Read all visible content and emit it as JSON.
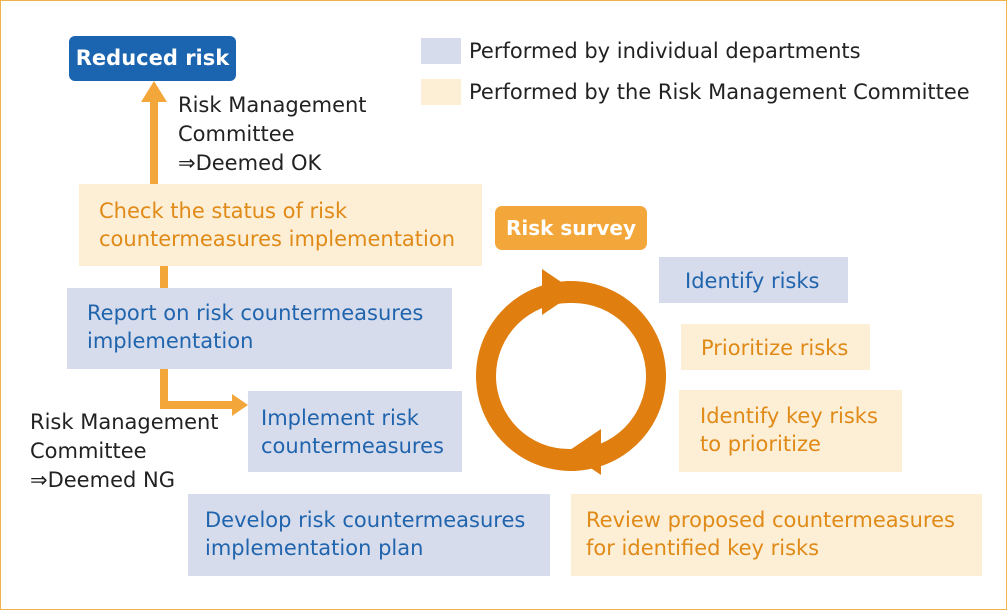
{
  "legend": {
    "items": [
      {
        "label": "Performed by individual departments",
        "color": "#d6dcec"
      },
      {
        "label": "Performed by the Risk Management Committee",
        "color": "#fdeed6"
      }
    ]
  },
  "goal": {
    "label": "Reduced risk"
  },
  "notes": {
    "ok": {
      "line1": "Risk Management",
      "line2": "Committee",
      "line3": "⇒Deemed OK"
    },
    "ng": {
      "line1": "Risk Management",
      "line2": "Committee",
      "line3": "⇒Deemed NG"
    }
  },
  "steps": {
    "check_status": {
      "line1": "Check the status of risk",
      "line2": "countermeasures implementation"
    },
    "report": {
      "line1": "Report on risk countermeasures",
      "line2": "implementation"
    },
    "implement": {
      "line1": "Implement risk",
      "line2": "countermeasures"
    },
    "develop_plan": {
      "line1": "Develop risk countermeasures",
      "line2": "implementation plan"
    }
  },
  "survey": {
    "title": "Risk survey",
    "identify": {
      "line1": "Identify risks"
    },
    "prioritize": {
      "line1": "Prioritize risks"
    },
    "key_risks": {
      "line1": "Identify key risks",
      "line2": "to prioritize"
    },
    "review": {
      "line1": "Review proposed countermeasures",
      "line2": "for identified key risks"
    }
  },
  "colors": {
    "dept_fill": "#d6dcec",
    "dept_text": "#1f64ad",
    "committee_fill": "#fdeed6",
    "committee_text": "#e08a17",
    "goal_fill": "#1b64b0",
    "survey_fill": "#f3a73a",
    "flow_arrow": "#f3a73a",
    "cycle_arrow": "#e07e10"
  }
}
